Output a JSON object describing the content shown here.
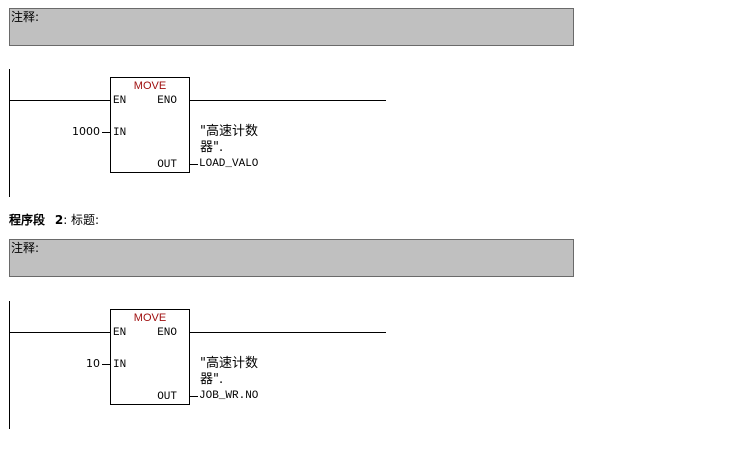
{
  "segment1": {
    "comment_label": "注释:",
    "block": {
      "name": "MOVE",
      "pin_en": "EN",
      "pin_eno": "ENO",
      "pin_in": "IN",
      "pin_out": "OUT"
    },
    "in_value": "1000",
    "out_symbol_line1": "\"高速计数",
    "out_symbol_line2": "器\".",
    "out_address": "LOAD_VALO"
  },
  "segment2": {
    "title_prefix": "程序段",
    "title_number": "2",
    "title_suffix": ": 标题:",
    "comment_label": "注释:",
    "block": {
      "name": "MOVE",
      "pin_en": "EN",
      "pin_eno": "ENO",
      "pin_in": "IN",
      "pin_out": "OUT"
    },
    "in_value": "10",
    "out_symbol_line1": "\"高速计数",
    "out_symbol_line2": "器\".",
    "out_address": "JOB_WR.NO"
  }
}
